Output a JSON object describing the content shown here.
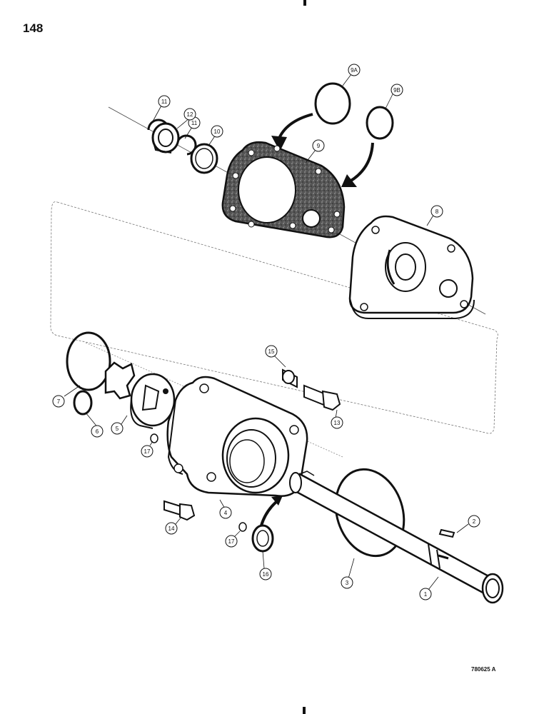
{
  "page": {
    "number": "148",
    "figure_code": "780625 A"
  },
  "callouts": [
    {
      "id": "c1",
      "label": "1"
    },
    {
      "id": "c2",
      "label": "2"
    },
    {
      "id": "c3",
      "label": "3"
    },
    {
      "id": "c4",
      "label": "4"
    },
    {
      "id": "c5",
      "label": "5"
    },
    {
      "id": "c6",
      "label": "6"
    },
    {
      "id": "c7",
      "label": "7"
    },
    {
      "id": "c8",
      "label": "8"
    },
    {
      "id": "c9",
      "label": "9"
    },
    {
      "id": "c9a",
      "label": "9A"
    },
    {
      "id": "c9b",
      "label": "9B"
    },
    {
      "id": "c10",
      "label": "10"
    },
    {
      "id": "c11a",
      "label": "11"
    },
    {
      "id": "c11b",
      "label": "11"
    },
    {
      "id": "c12",
      "label": "12"
    },
    {
      "id": "c13",
      "label": "13"
    },
    {
      "id": "c14",
      "label": "14"
    },
    {
      "id": "c15",
      "label": "15"
    },
    {
      "id": "c16",
      "label": "16"
    },
    {
      "id": "c17a",
      "label": "17"
    },
    {
      "id": "c17b",
      "label": "17"
    }
  ]
}
